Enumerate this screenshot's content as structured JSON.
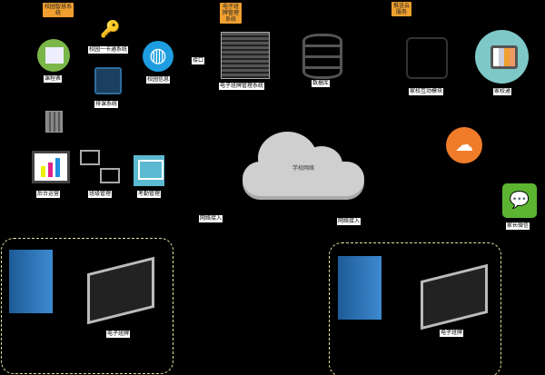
{
  "tags": {
    "campus": "校园智慧系统",
    "eclass": "电子班牌管理系统",
    "push": "推送云服务"
  },
  "labels": {
    "course": "课程表",
    "card": "校园一卡通系统",
    "schedule": "排课系统",
    "info": "校园信息",
    "interface": "接口",
    "server": "电子班牌管理系统",
    "database": "数据库",
    "homeschool": "家校互动模块",
    "tv": "家校通",
    "backend": "后台运营",
    "classmgmt": "班级管理",
    "attendance": "考勤管理",
    "network": "学校网络",
    "access_left": "网络接入",
    "access_right": "网络接入",
    "parent": "家长微信",
    "board_left": "电子班牌",
    "board_right": "电子班牌"
  },
  "colors": {
    "orange": "#f0a030",
    "cloud": "#cfcfcf",
    "building": "#2a6fb0",
    "wechat": "#5cb531"
  }
}
